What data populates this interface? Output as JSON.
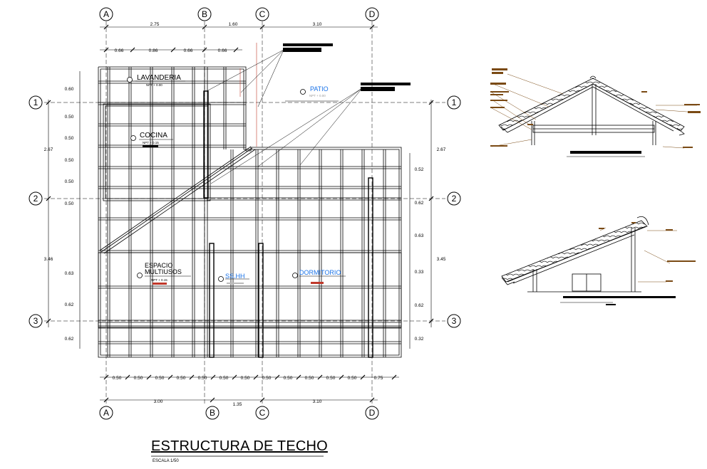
{
  "title": "ESTRUCTURA DE TECHO",
  "scale_label": "ESCALA 1/50",
  "grid_columns": [
    "A",
    "B",
    "C",
    "D"
  ],
  "grid_rows": [
    "1",
    "2",
    "3"
  ],
  "dims": {
    "top_main": [
      "2.75",
      "1.60",
      "3.10"
    ],
    "top_sub": [
      "0.66",
      "0.86",
      "0.66",
      "0.66"
    ],
    "bottom_main": [
      "3.00",
      "1.35",
      "3.10"
    ],
    "bottom_sub": [
      "0.50",
      "0.50",
      "0.50",
      "0.50",
      "0.50",
      "0.50",
      "0.50",
      "0.50",
      "0.50",
      "0.50",
      "0.50",
      "0.50",
      "0.75"
    ],
    "left_main": [
      "2.67",
      "3.46"
    ],
    "left_sub": [
      "0.60",
      "0.50",
      "0.50",
      "0.50",
      "0.50",
      "0.50",
      "0.63",
      "0.62",
      "0.62"
    ],
    "right_main": [
      "2.67",
      "3.45"
    ],
    "right_sub": [
      "0.52",
      "0.62",
      "0.63",
      "0.33",
      "0.62",
      "0.32"
    ]
  },
  "rooms": {
    "lavanderia": {
      "name": "LAVANDERIA",
      "level": "NPT + 0.00"
    },
    "cocina": {
      "name": "COCINA",
      "level": "NPT + 0.15"
    },
    "patio": {
      "name": "PATIO",
      "level": "NPT + 0.00"
    },
    "multiusos_1": "ESPACIO",
    "multiusos_2": "MULTIUSOS",
    "multiusos_level": "NPT + 0.15",
    "sshh": "SS.HH",
    "dormitorio": "DORMITORIO"
  },
  "colors": {
    "ink": "#000000",
    "room_blue": "#1a73e8",
    "level_red": "#c0392b",
    "detail_brown": "#7a4a14"
  }
}
